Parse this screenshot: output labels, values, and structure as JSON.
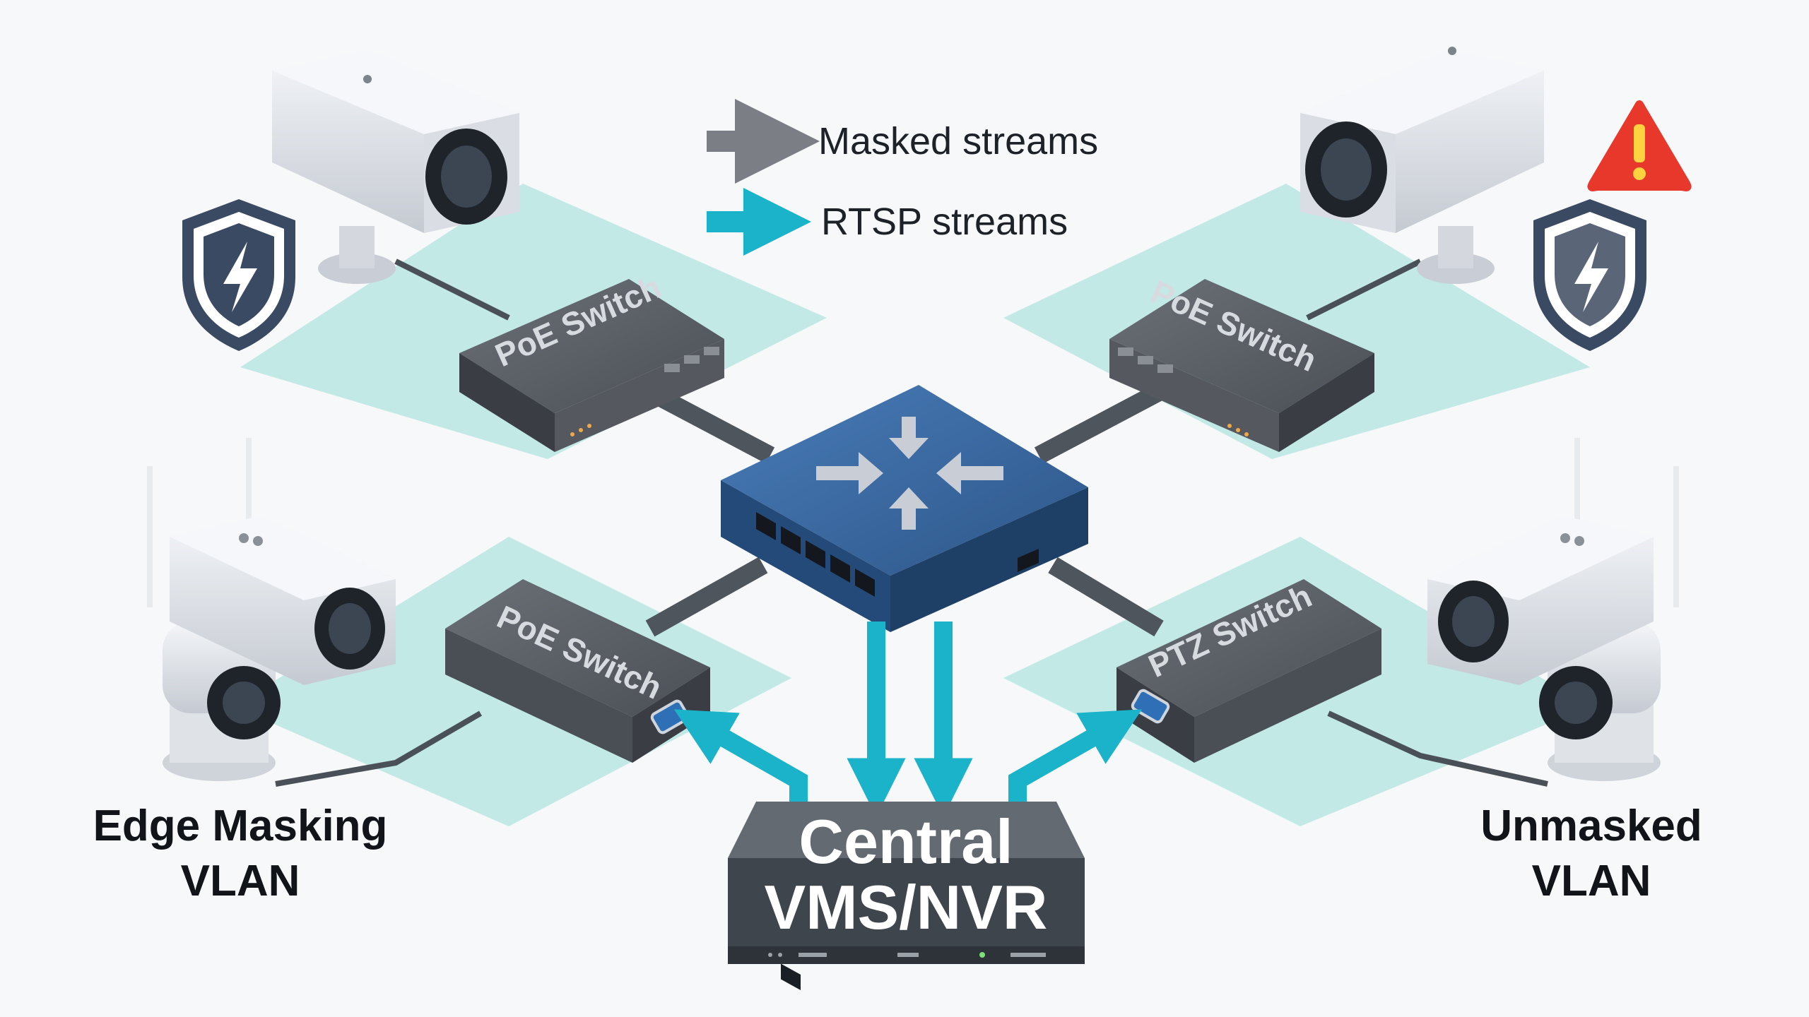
{
  "legend": {
    "masked_label": "Masked streams",
    "rtsp_label": "RTSP streams"
  },
  "switches": {
    "top_left": "PoE Switch",
    "top_right": "PoE Switch",
    "bottom_left": "PoE Switch",
    "bottom_right": "PTZ Switch"
  },
  "zones": {
    "left_line1": "Edge Masking",
    "left_line2": "VLAN",
    "right_line1": "Unmasked",
    "right_line2": "VLAN"
  },
  "nvr": {
    "line1": "Central",
    "line2": "VMS/NVR"
  },
  "colors": {
    "masked_arrow": "#7b7f85",
    "rtsp_arrow": "#1bb3c9",
    "zone_fill": "#b9e6e3",
    "core_switch": "#2f5f9a",
    "shield": "#3b4a63",
    "warning": "#e8382b"
  },
  "icons": {
    "shield": "shield-bolt-icon",
    "warning": "warning-triangle-icon"
  }
}
